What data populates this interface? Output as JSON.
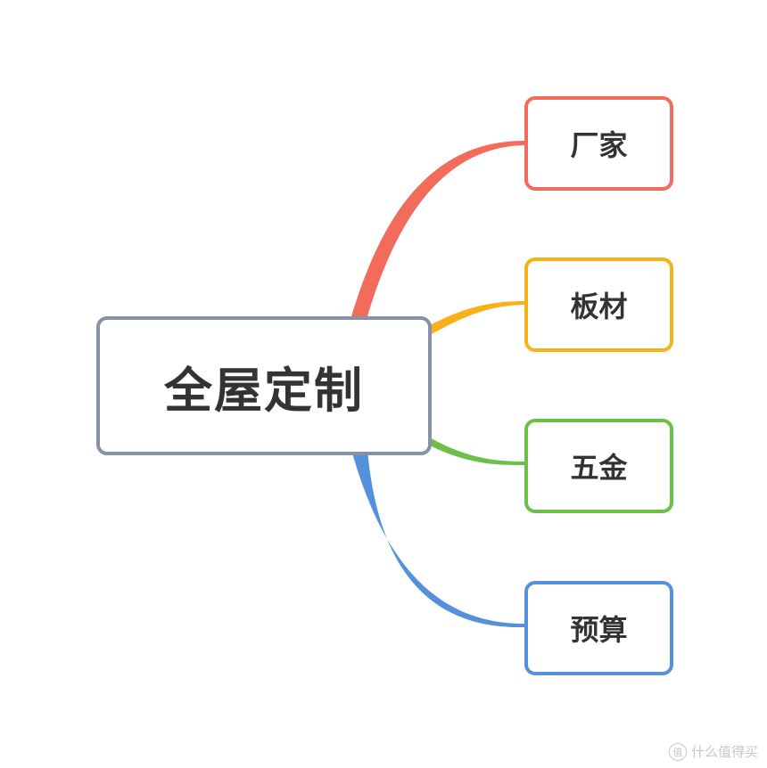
{
  "root": {
    "label": "全屋定制",
    "color": "#8792a6"
  },
  "children": [
    {
      "label": "厂家",
      "color": "#f26b5b"
    },
    {
      "label": "板材",
      "color": "#f7b21a"
    },
    {
      "label": "五金",
      "color": "#6cc04a"
    },
    {
      "label": "预算",
      "color": "#5590db"
    }
  ],
  "watermark": {
    "icon_text": "值",
    "text": "什么值得买"
  }
}
